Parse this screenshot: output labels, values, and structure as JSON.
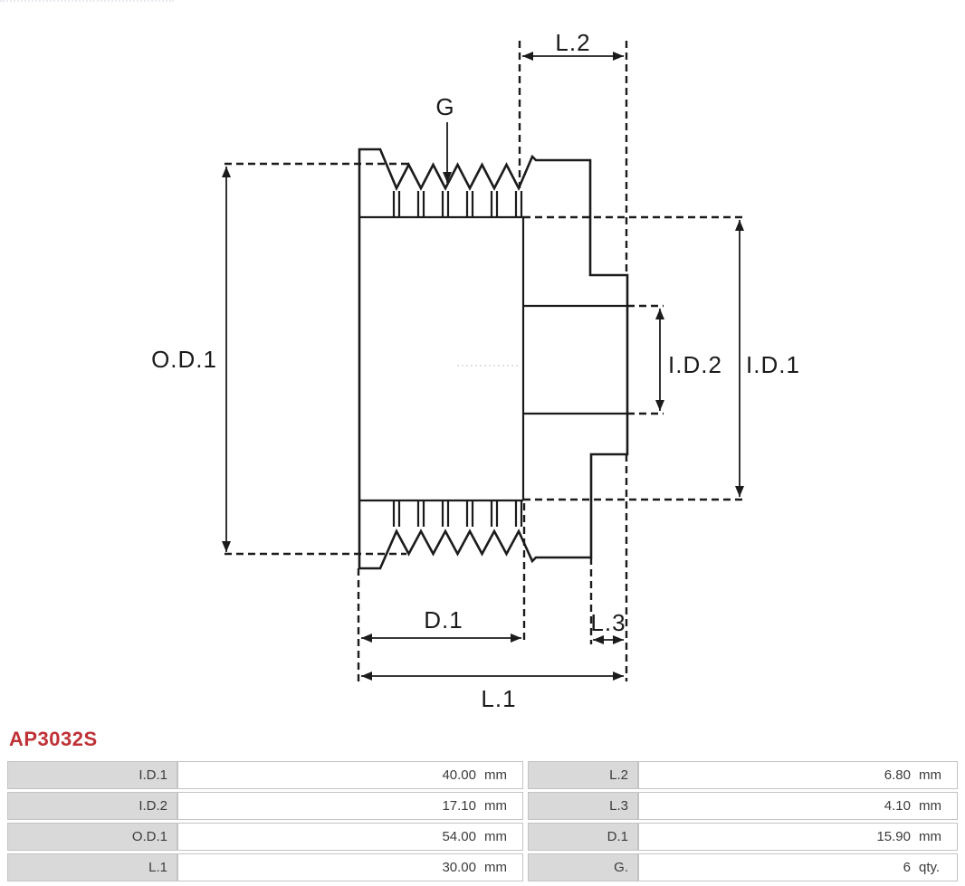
{
  "part_number": "AP3032S",
  "diagram": {
    "labels": {
      "l2": "L.2",
      "g": "G",
      "od1": "O.D.1",
      "id2": "I.D.2",
      "id1": "I.D.1",
      "d1": "D.1",
      "l3": "L.3",
      "l1": "L.1"
    }
  },
  "spec_table": {
    "left_rows": [
      {
        "label": "I.D.1",
        "value": "40.00",
        "unit": "mm"
      },
      {
        "label": "I.D.2",
        "value": "17.10",
        "unit": "mm"
      },
      {
        "label": "O.D.1",
        "value": "54.00",
        "unit": "mm"
      },
      {
        "label": "L.1",
        "value": "30.00",
        "unit": "mm"
      }
    ],
    "right_rows": [
      {
        "label": "L.2",
        "value": "6.80",
        "unit": "mm"
      },
      {
        "label": "L.3",
        "value": "4.10",
        "unit": "mm"
      },
      {
        "label": "D.1",
        "value": "15.90",
        "unit": "mm"
      },
      {
        "label": "G.",
        "value": "6",
        "unit": "qty."
      }
    ]
  },
  "colors": {
    "accent_red": "#bf3136",
    "line": "#1b1b1b",
    "label_cell_bg": "#d9d9d9"
  }
}
